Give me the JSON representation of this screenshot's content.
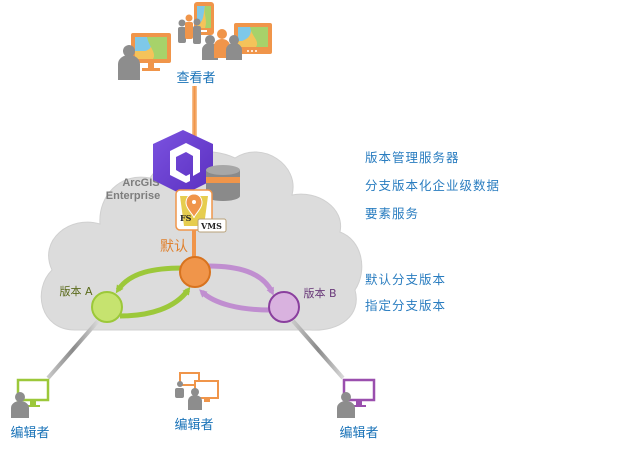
{
  "viewers": {
    "label": "查看者"
  },
  "cloud": {
    "product_line1": "ArcGIS",
    "product_line2": "Enterprise"
  },
  "service_badges": {
    "fs": "FS",
    "vms": "VMS"
  },
  "versions": {
    "default": "默认",
    "version_a": "版本 A",
    "version_b": "版本 B"
  },
  "legend": {
    "items": [
      "版本管理服务器",
      "分支版本化企业级数据",
      "要素服务",
      "默认分支版本",
      "指定分支版本"
    ]
  },
  "editors": [
    {
      "label": "编辑者",
      "color": "#9cc83a"
    },
    {
      "label": "编辑者",
      "color": "#f0954a"
    },
    {
      "label": "编辑者",
      "color": "#9a4fae"
    }
  ],
  "colors": {
    "default_version": "#f0954a",
    "version_a": "#c6e36f",
    "version_b": "#d9b2df",
    "portal_purple": "#6a3fd0",
    "cloud": "#dddddd",
    "label_blue": "#1a73b8"
  }
}
